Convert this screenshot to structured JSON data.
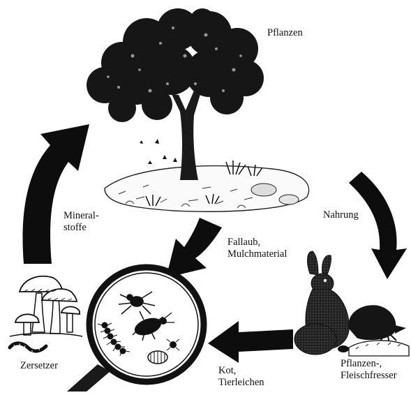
{
  "labels": {
    "plants": "Pflanzen",
    "minerals_line1": "Mineral-",
    "minerals_line2": "stoffe",
    "food": "Nahrung",
    "litter_line1": "Fallaub,",
    "litter_line2": "Mulchmaterial",
    "decomposers": "Zersetzer",
    "consumers_line1": "Pflanzen-,",
    "consumers_line2": "Fleischfresser",
    "waste_line1": "Kot,",
    "waste_line2": "Tierleichen"
  },
  "illustrations": {
    "tree": "tree-illustration",
    "animals": "hare-and-mole-illustration",
    "soil_life": "magnifying-glass-with-soil-organisms",
    "fungi": "mushrooms-and-worm-illustration"
  },
  "colors": {
    "ink": "#111111",
    "background": "#ffffff"
  }
}
